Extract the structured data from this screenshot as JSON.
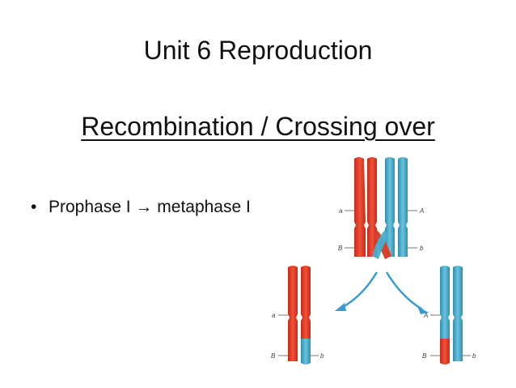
{
  "slide": {
    "title": "Unit 6 Reproduction",
    "subtitle": "Recombination / Crossing over",
    "bullet": {
      "marker": "•",
      "text_before_arrow": "Prophase I",
      "arrow": "→",
      "text_after_arrow": "metaphase I"
    }
  },
  "figure": {
    "gene_labels": {
      "a": "a",
      "b": "b",
      "A": "A",
      "B": "B"
    },
    "colors": {
      "red_chromosome": "#e23a24",
      "blue_chromosome": "#3ea9c7",
      "arrow": "#3a9bd0"
    }
  }
}
